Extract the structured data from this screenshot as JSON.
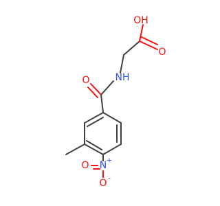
{
  "molecule": {
    "atoms": {
      "hydroxyl": "OH",
      "carbonyl_oxygen_acid": "O",
      "amide_nitrogen": "NH",
      "amide_oxygen": "O",
      "nitro_nitrogen": "N",
      "nitro_charge_plus": "+",
      "nitro_oxygen_bottom": "O",
      "nitro_charge_minus": "-",
      "nitro_oxygen_left": "O"
    },
    "colors": {
      "carbon_bond": "#404040",
      "oxygen": "#ff0d0d",
      "nitrogen": "#3050f8"
    }
  }
}
